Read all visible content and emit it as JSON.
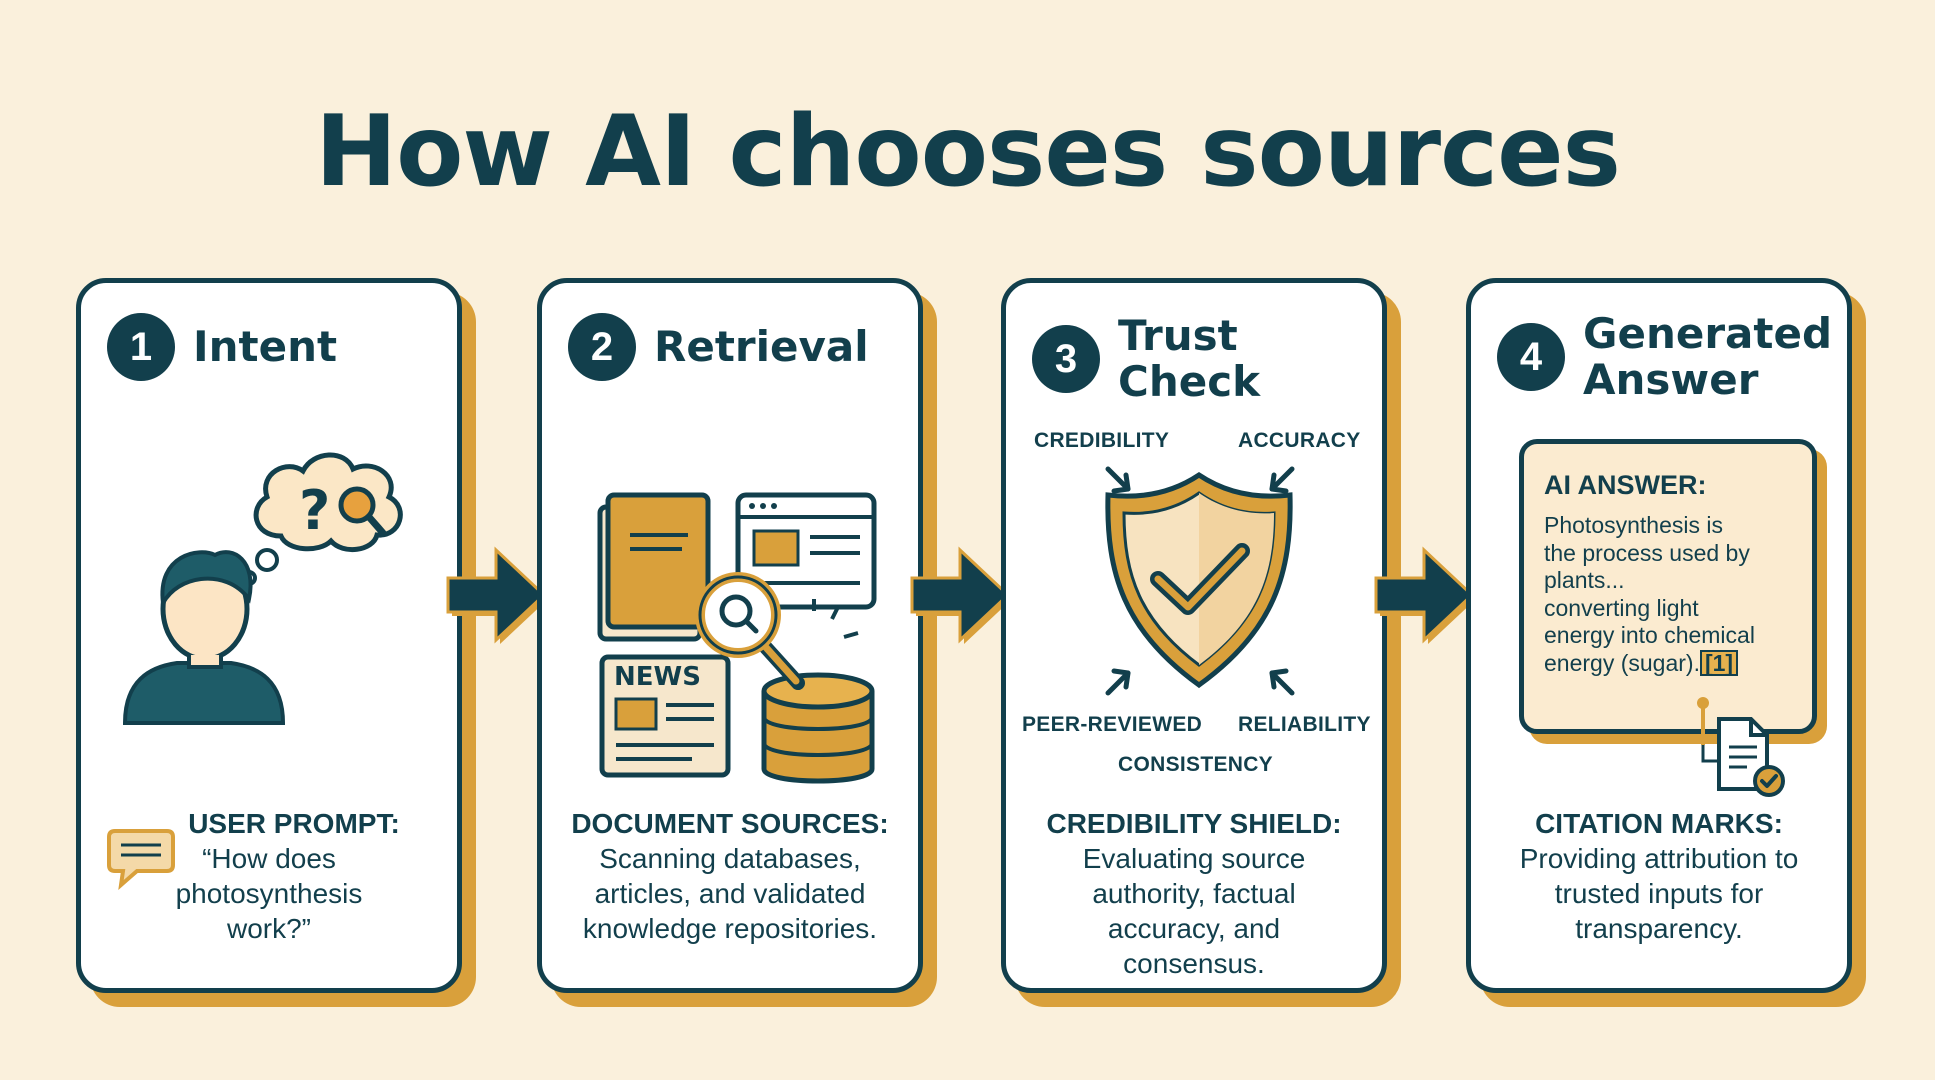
{
  "title": "How AI chooses sources",
  "steps": [
    {
      "number": "1",
      "title": "Intent",
      "caption_heading": "USER PROMPT:",
      "caption_body": "“How does photosynthesis work?”",
      "icons": [
        "user-icon",
        "thought-bubble-icon",
        "question-mark-icon",
        "magnifier-icon",
        "chat-bubble-icon"
      ]
    },
    {
      "number": "2",
      "title": "Retrieval",
      "caption_heading": "DOCUMENT SOURCES:",
      "caption_body": "Scanning databases, articles, and validated knowledge repositories.",
      "news_label": "NEWS",
      "icons": [
        "book-icon",
        "browser-window-icon",
        "newspaper-icon",
        "database-icon",
        "magnifier-icon"
      ]
    },
    {
      "number": "3",
      "title": "Trust Check",
      "labels": {
        "credibility": "CREDIBILITY",
        "accuracy": "ACCURACY",
        "peer_reviewed": "PEER-REVIEWED",
        "reliability": "RELIABILITY",
        "consistency": "CONSISTENCY"
      },
      "caption_heading": "CREDIBILITY SHIELD:",
      "caption_body": "Evaluating source authority, factual accuracy, and consensus.",
      "icons": [
        "shield-check-icon"
      ]
    },
    {
      "number": "4",
      "title_line1": "Generated",
      "title_line2": "Answer",
      "answer_title": "AI ANSWER:",
      "answer_lines": [
        "Photosynthesis is",
        "the process used by",
        "plants...",
        "converting light",
        "energy into chemical",
        "energy (sugar)."
      ],
      "citation_mark": "[1]",
      "caption_heading": "CITATION MARKS:",
      "caption_body": "Providing attribution to trusted inputs for transparency.",
      "icons": [
        "document-check-icon"
      ]
    }
  ],
  "colors": {
    "background": "#FAF0DC",
    "navy": "#123F4C",
    "gold": "#D9A03B",
    "card": "#FFFFFF"
  }
}
